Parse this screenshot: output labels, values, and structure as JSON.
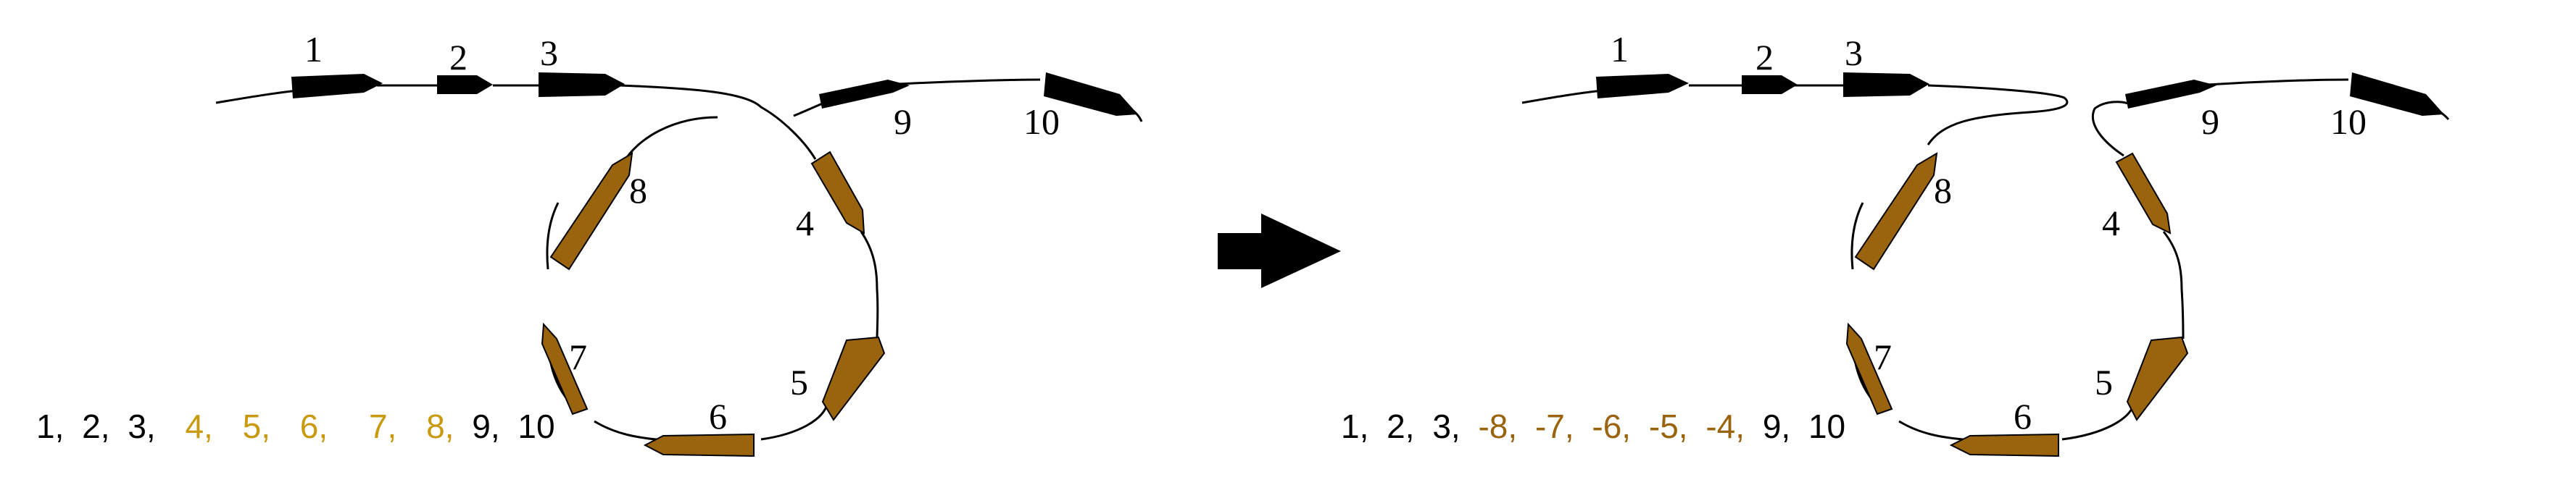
{
  "colors": {
    "gene_default": "#000000",
    "gene_inverted": "#9a640f",
    "order_highlight_left": "#c99a0d",
    "order_highlight_right": "#9a640f",
    "arrow": "#000000",
    "line": "#000000",
    "background": "#ffffff"
  },
  "icons": {
    "transition_arrow": "right-arrow-icon"
  },
  "left_panel": {
    "gene_labels": [
      "1",
      "2",
      "3",
      "4",
      "5",
      "6",
      "7",
      "8",
      "9",
      "10"
    ],
    "order": [
      {
        "text": "1,",
        "highlight": false
      },
      {
        "text": "2,",
        "highlight": false
      },
      {
        "text": "3,",
        "highlight": false
      },
      {
        "text": "4,",
        "highlight": true
      },
      {
        "text": "5,",
        "highlight": true
      },
      {
        "text": "6,",
        "highlight": true
      },
      {
        "text": "7,",
        "highlight": true
      },
      {
        "text": "8,",
        "highlight": true
      },
      {
        "text": "9,",
        "highlight": false
      },
      {
        "text": "10",
        "highlight": false
      }
    ]
  },
  "right_panel": {
    "gene_labels": [
      "1",
      "2",
      "3",
      "4",
      "5",
      "6",
      "7",
      "8",
      "9",
      "10"
    ],
    "order": [
      {
        "text": "1,",
        "highlight": false
      },
      {
        "text": "2,",
        "highlight": false
      },
      {
        "text": "3,",
        "highlight": false
      },
      {
        "text": "-8,",
        "highlight": true
      },
      {
        "text": "-7,",
        "highlight": true
      },
      {
        "text": "-6,",
        "highlight": true
      },
      {
        "text": "-5,",
        "highlight": true
      },
      {
        "text": "-4,",
        "highlight": true
      },
      {
        "text": "9,",
        "highlight": false
      },
      {
        "text": "10",
        "highlight": false
      }
    ]
  }
}
